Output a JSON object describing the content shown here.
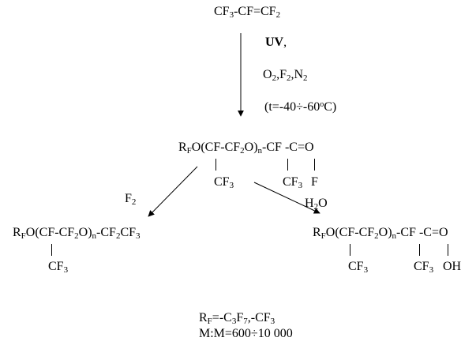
{
  "monomer": {
    "p1": "CF",
    "s1": "3",
    "p2": "-CF=CF",
    "s2": "2"
  },
  "conditions": {
    "uv": "UV",
    "uv_punct": ",",
    "gases": {
      "p1": "O",
      "s1": "2",
      "p2": ",F",
      "s2": "2",
      "p3": ",N",
      "s3": "2"
    },
    "temperature": {
      "p1": "(t=-40÷-60",
      "sup": "o",
      "p2": "C)"
    }
  },
  "acyl_fluoride": {
    "main": {
      "p1": "R",
      "s1": "F",
      "p2": "O(CF-CF",
      "s2": "2",
      "p3": "O)",
      "s3": "n",
      "p4": "-CF -C=O"
    },
    "side_cf3_1": {
      "p1": "CF",
      "s1": "3"
    },
    "side_cf3_2": {
      "p1": "CF",
      "s1": "3"
    },
    "side_f": "F"
  },
  "left_branch": {
    "reagent": {
      "p1": "F",
      "s1": "2"
    },
    "main": {
      "p1": "R",
      "s1": "F",
      "p2": "O(CF-CF",
      "s2": "2",
      "p3": "O)",
      "s3": "n",
      "p4": "-CF",
      "s4": "2",
      "p5": "CF",
      "s5": "3"
    },
    "side_cf3": {
      "p1": "CF",
      "s1": "3"
    }
  },
  "right_branch": {
    "reagent": {
      "p1": "H",
      "s1": "2",
      "p2": "O"
    },
    "main": {
      "p1": "R",
      "s1": "F",
      "p2": "O(CF-CF",
      "s2": "2",
      "p3": "O)",
      "s3": "n",
      "p4": "-CF -C=O"
    },
    "side_cf3_1": {
      "p1": "CF",
      "s1": "3"
    },
    "side_cf3_2": {
      "p1": "CF",
      "s1": "3"
    },
    "side_oh": "OH"
  },
  "footnote": {
    "rf_def": {
      "p1": "R",
      "s1": "F",
      "p2": "=-C",
      "s2": "3",
      "p3": "F",
      "s3": "7",
      "p4": ",-CF",
      "s4": "3"
    },
    "mass_range": "M:M=600÷10 000"
  }
}
